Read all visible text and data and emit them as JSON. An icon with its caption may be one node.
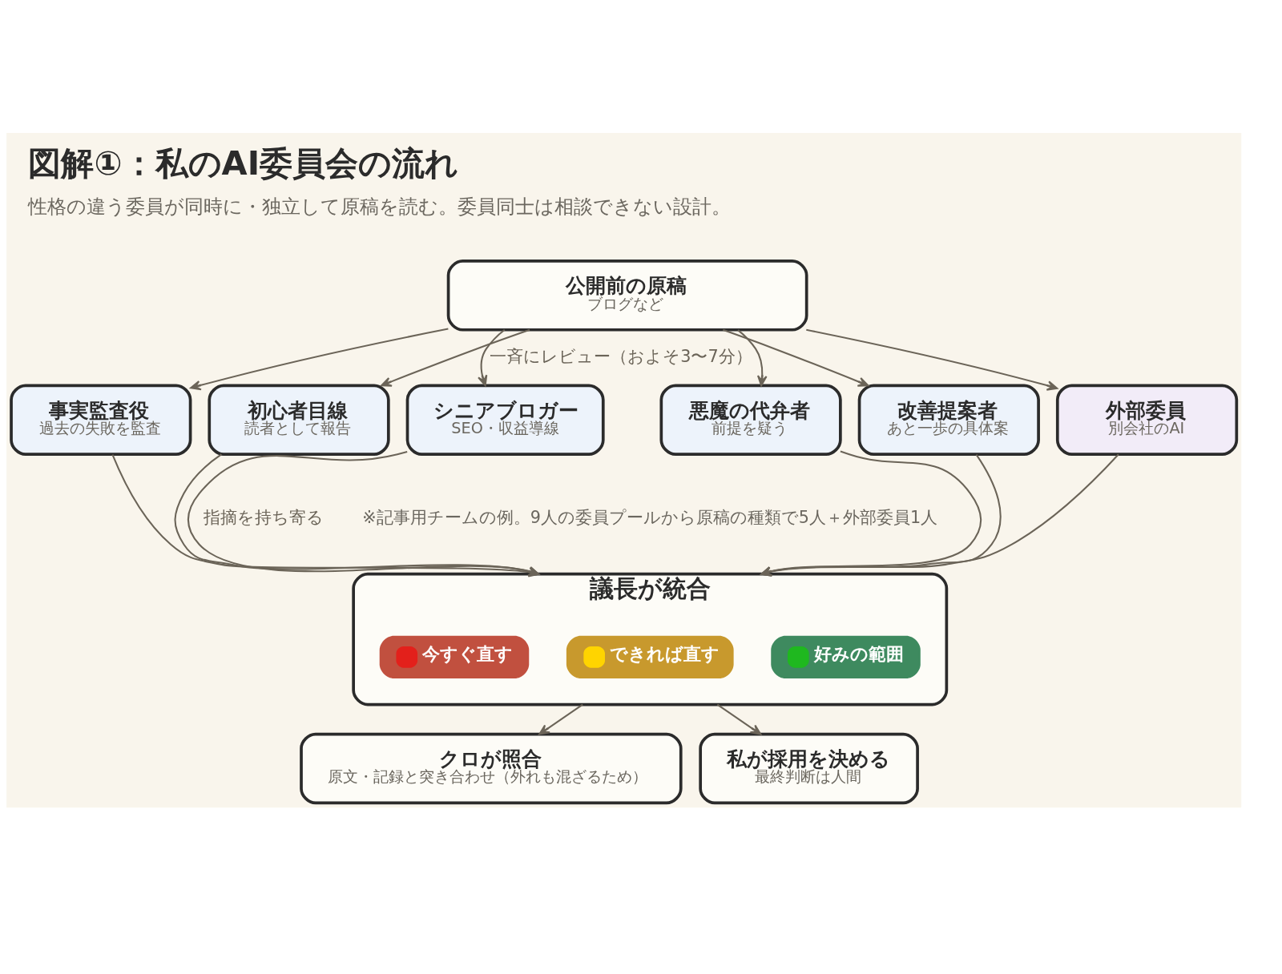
{
  "diagram": {
    "title": "図解①：私のAI委員会の流れ",
    "caption": "性格の違う委員が同時に・独立して原稿を読む。委員同士は相談できない設計。",
    "nodes": [
      {
        "text": [
          "公開前の原稿",
          "ブログなど"
        ]
      },
      {
        "text": [
          "事実監査役",
          "過去の失敗を監査"
        ]
      },
      {
        "text": [
          "初心者目線",
          "読者として報告"
        ]
      },
      {
        "text": [
          "シニアブロガー",
          "SEO・収益導線"
        ]
      },
      {
        "text": [
          "悪魔の代弁者",
          "前提を疑う"
        ]
      },
      {
        "text": [
          "改善提案者",
          "あと一歩の具体案"
        ]
      },
      {
        "text": [
          "外部委員",
          "別会社のAI"
        ]
      },
      {
        "text": [
          "議長が統合"
        ]
      },
      {
        "text": [
          "今すぐ直す"
        ],
        "in": 7
      },
      {
        "text": [
          "できれば直す"
        ],
        "in": 7
      },
      {
        "text": [
          "好みの範囲"
        ],
        "in": 7
      },
      {
        "text": [
          "クロが照合",
          "原文・記録と突き合わせ（外れも混ざるため）"
        ]
      },
      {
        "text": [
          "私が採用を決める",
          "最終判断は人間"
        ]
      }
    ],
    "edges": [
      {
        "from": 0,
        "to": 1,
        "arrow": "to"
      },
      {
        "from": 0,
        "to": 2,
        "arrow": "to"
      },
      {
        "from": 0,
        "to": 3,
        "arrow": "to",
        "label": "一斉にレビュー（およそ3〜7分）"
      },
      {
        "from": 0,
        "to": 4,
        "arrow": "to"
      },
      {
        "from": 0,
        "to": 5,
        "arrow": "to"
      },
      {
        "from": 0,
        "to": 6,
        "arrow": "to"
      },
      {
        "from": 1,
        "to": 7,
        "arrow": "to"
      },
      {
        "from": 2,
        "to": 7,
        "arrow": "to"
      },
      {
        "from": 3,
        "to": 7,
        "arrow": "to",
        "label": "指摘を持ち寄る"
      },
      {
        "from": 4,
        "to": 7,
        "arrow": "to"
      },
      {
        "from": 5,
        "to": 7,
        "arrow": "to"
      },
      {
        "from": 6,
        "to": 7,
        "arrow": "to"
      },
      {
        "from": 7,
        "to": 11,
        "arrow": "to"
      },
      {
        "from": 7,
        "to": 12,
        "arrow": "to"
      }
    ],
    "labels": [
      "※記事用チームの例。9人の委員プールから原稿の種類で5人＋外部委員1人"
    ]
  }
}
